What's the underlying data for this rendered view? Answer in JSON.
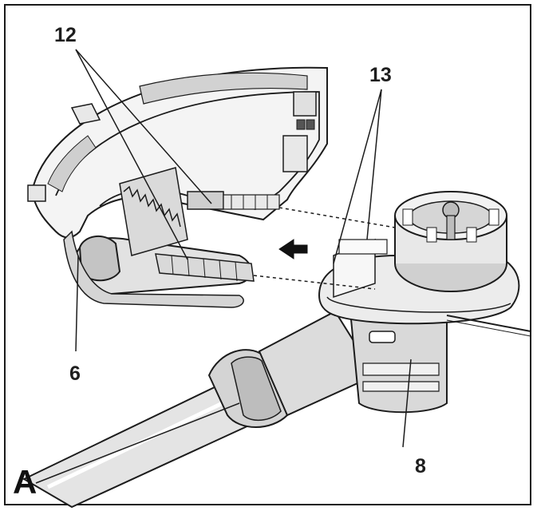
{
  "figure_letter": "A",
  "callouts": {
    "guard_tabs": "12",
    "head_slots": "13",
    "guard_screw": "6",
    "trimmer_head": "8"
  },
  "assembly_direction": "left",
  "colors": {
    "line": "#1c1c1c",
    "shade_light": "#e6e6e6",
    "shade_mid": "#cfcfcf",
    "shade_dark": "#a9a9a9"
  }
}
